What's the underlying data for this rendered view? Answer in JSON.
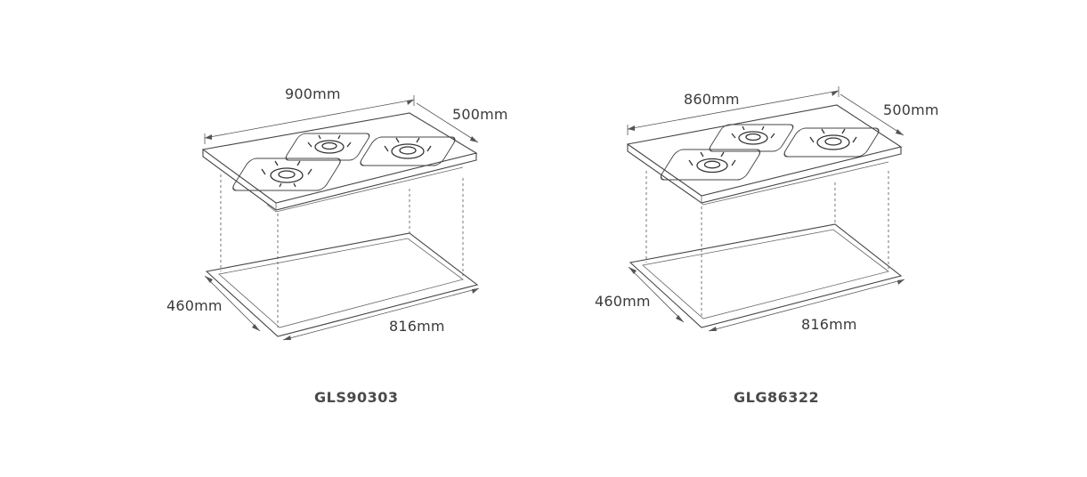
{
  "diagrams": [
    {
      "model": "GLS90303",
      "width_label": "900mm",
      "depth_label": "500mm",
      "cutout_depth_label": "460mm",
      "cutout_width_label": "816mm"
    },
    {
      "model": "GLG86322",
      "width_label": "860mm",
      "depth_label": "500mm",
      "cutout_depth_label": "460mm",
      "cutout_width_label": "816mm"
    }
  ],
  "colors": {
    "line": "#444444",
    "text": "#3a3a3a",
    "background": "#ffffff"
  }
}
